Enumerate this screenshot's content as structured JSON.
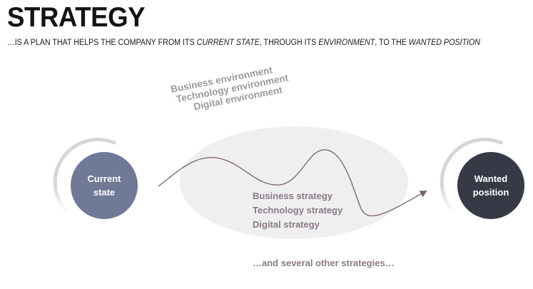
{
  "title": "STRATEGY",
  "subtitle": {
    "parts": [
      {
        "text": "…IS A PLAN THAT HELPS THE COMPANY FROM ITS ",
        "italic": false
      },
      {
        "text": "CURRENT STATE",
        "italic": true
      },
      {
        "text": ", THROUGH ITS ",
        "italic": false
      },
      {
        "text": "ENVIRONMENT",
        "italic": true
      },
      {
        "text": ", TO THE ",
        "italic": false
      },
      {
        "text": "WANTED POSITION",
        "italic": true
      }
    ]
  },
  "environments": [
    "Business environment",
    "Technology environment",
    "Digital environment"
  ],
  "current_state": {
    "line1": "Current",
    "line2": "state"
  },
  "wanted_position": {
    "line1": "Wanted",
    "line2": "position"
  },
  "strategies": [
    "Business strategy",
    "Technology strategy",
    "Digital strategy"
  ],
  "other_strategies": "…and several other strategies…",
  "colors": {
    "current_circle": "#707a96",
    "wanted_circle": "#363a46",
    "ellipse": "#efefef",
    "path": "#7a5f6e",
    "strategy_text": "#8a7a88",
    "environment_text": "#9a9a9a"
  }
}
